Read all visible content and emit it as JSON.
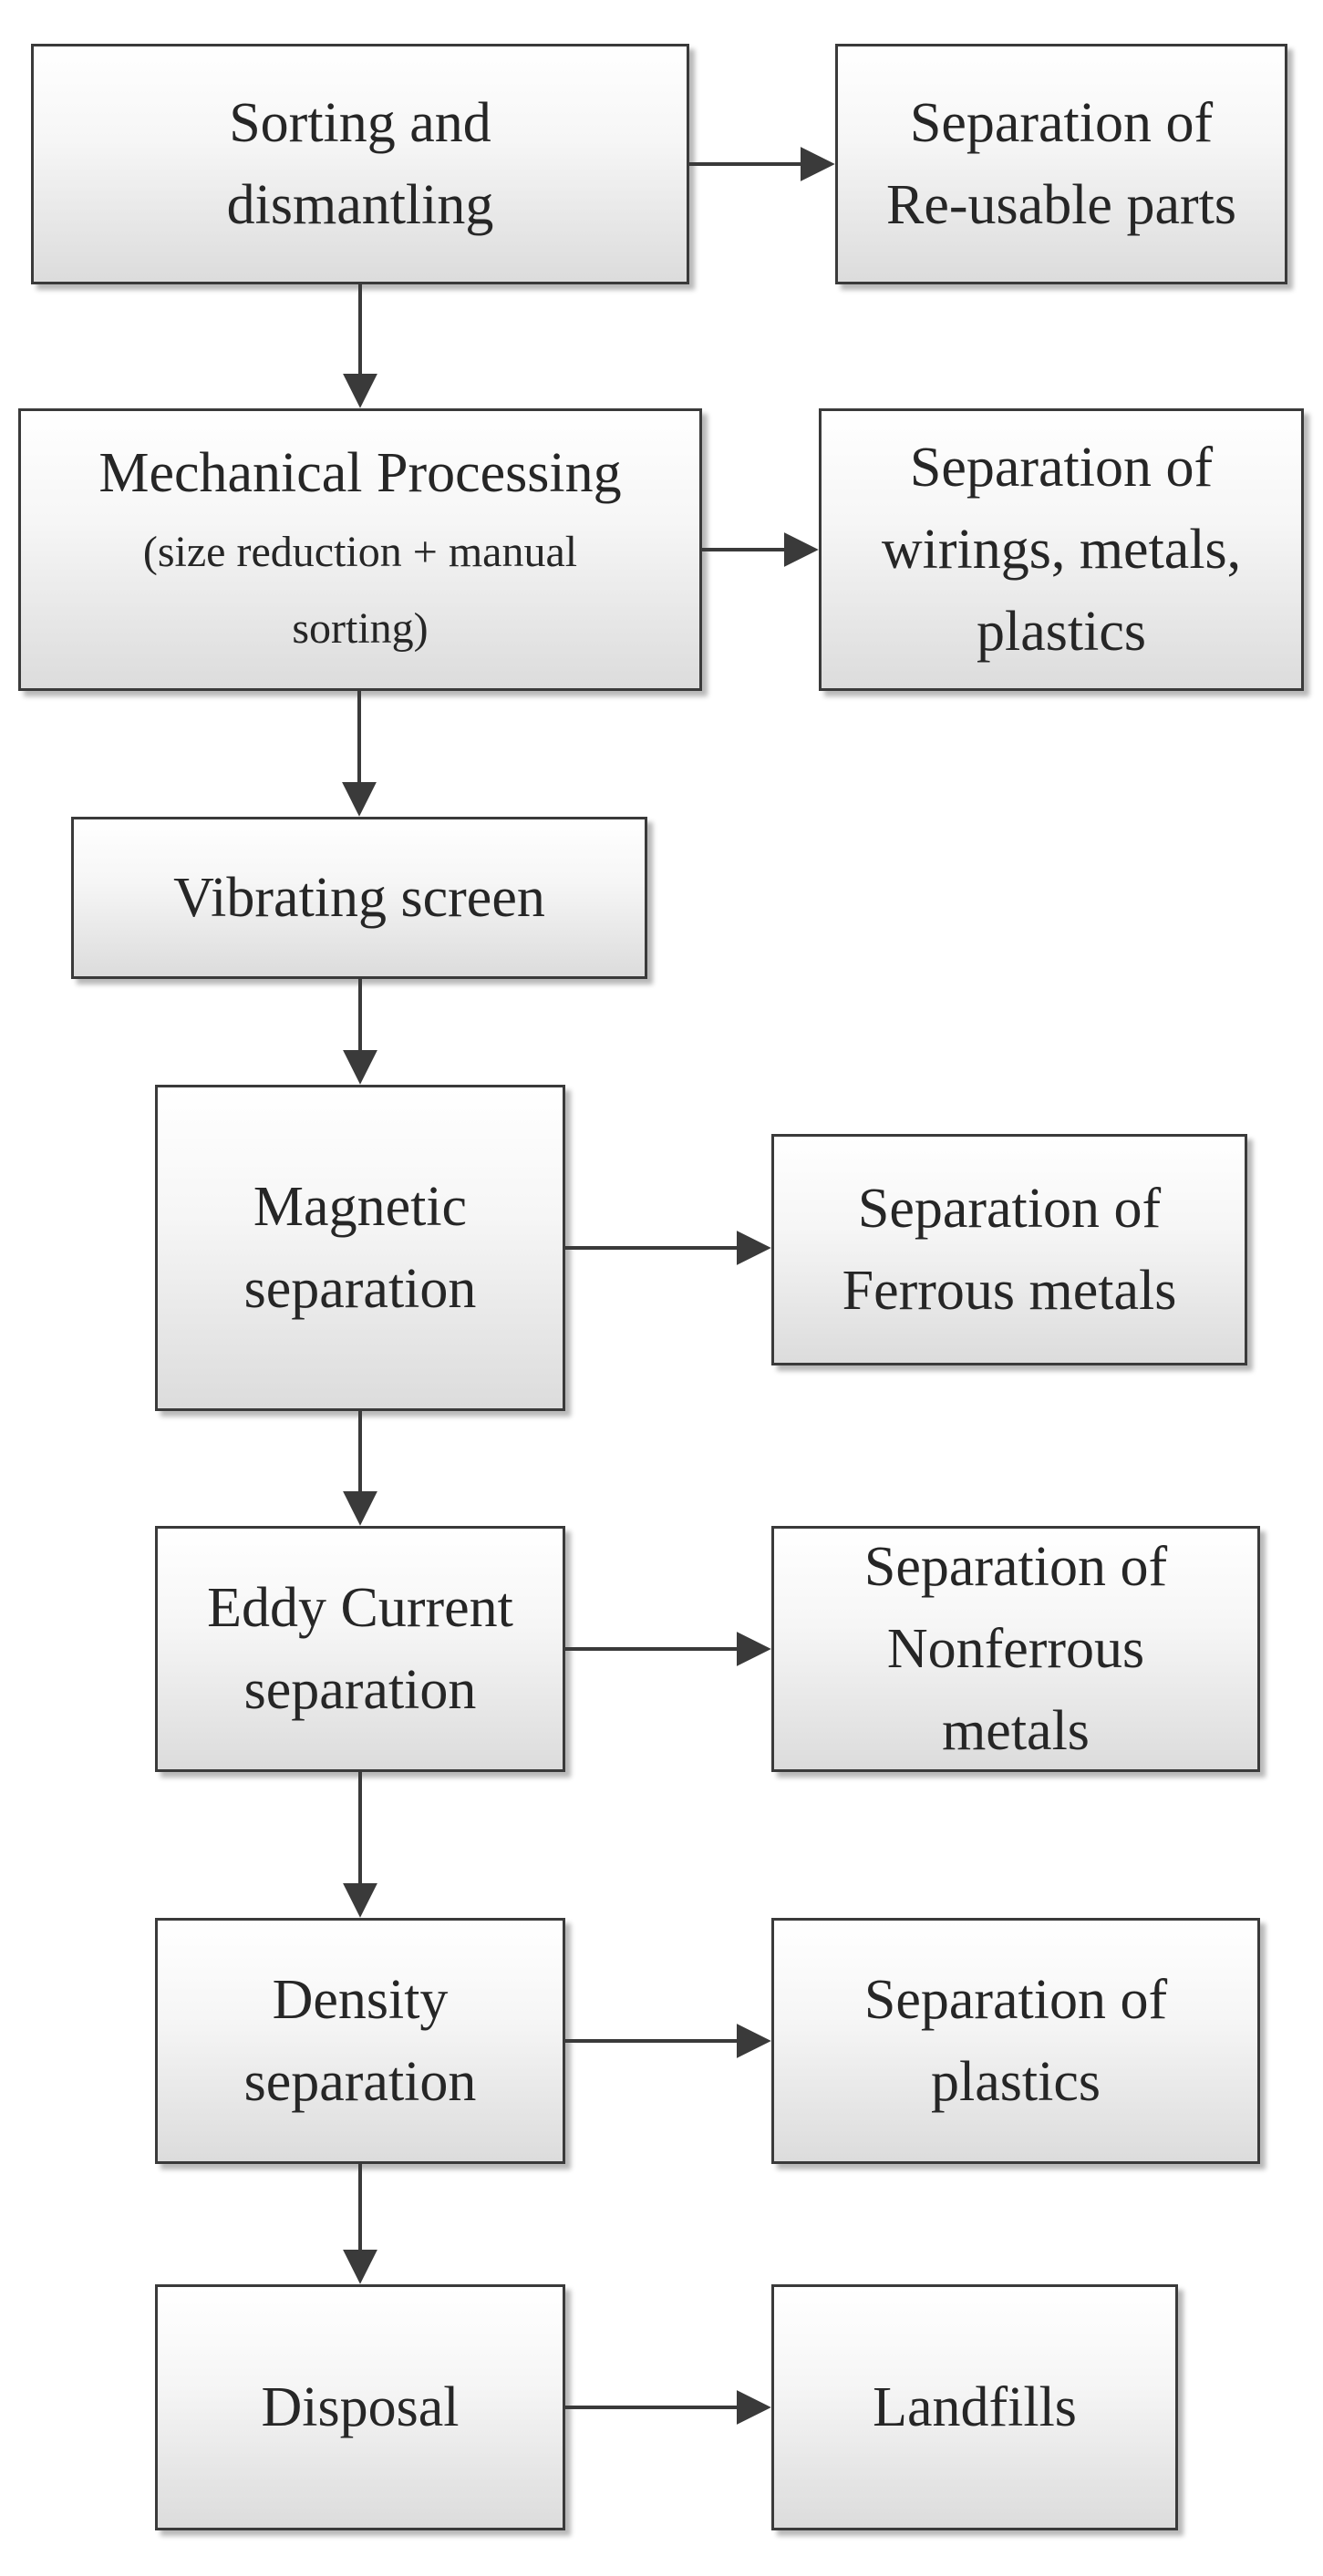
{
  "nodes": {
    "sorting": {
      "lines": [
        "Sorting and",
        "dismantling"
      ]
    },
    "reusable": {
      "lines": [
        "Separation of",
        "Re-usable parts"
      ]
    },
    "mechanical": {
      "lines": [
        "Mechanical Processing",
        "(size reduction + manual",
        "sorting)"
      ]
    },
    "wirings": {
      "lines": [
        "Separation of",
        "wirings, metals,",
        "plastics"
      ]
    },
    "vibrating": {
      "lines": [
        "Vibrating screen"
      ]
    },
    "magnetic": {
      "lines": [
        "Magnetic",
        "separation"
      ]
    },
    "ferrous": {
      "lines": [
        "Separation of",
        "Ferrous  metals"
      ]
    },
    "eddy": {
      "lines": [
        "Eddy Current",
        "separation"
      ]
    },
    "nonferrous": {
      "lines": [
        "Separation of",
        "Nonferrous",
        "metals"
      ]
    },
    "density": {
      "lines": [
        "Density",
        "separation"
      ]
    },
    "plastics": {
      "lines": [
        "Separation of",
        "plastics"
      ]
    },
    "disposal": {
      "lines": [
        "Disposal"
      ]
    },
    "landfills": {
      "lines": [
        "Landfills"
      ]
    }
  },
  "edges": [
    {
      "from": "sorting",
      "to": "reusable"
    },
    {
      "from": "sorting",
      "to": "mechanical"
    },
    {
      "from": "mechanical",
      "to": "wirings"
    },
    {
      "from": "mechanical",
      "to": "vibrating"
    },
    {
      "from": "vibrating",
      "to": "magnetic"
    },
    {
      "from": "magnetic",
      "to": "ferrous"
    },
    {
      "from": "magnetic",
      "to": "eddy"
    },
    {
      "from": "eddy",
      "to": "nonferrous"
    },
    {
      "from": "eddy",
      "to": "density"
    },
    {
      "from": "density",
      "to": "plastics"
    },
    {
      "from": "density",
      "to": "disposal"
    },
    {
      "from": "disposal",
      "to": "landfills"
    }
  ],
  "colors": {
    "border": "#3a3a3a",
    "text": "#262626",
    "arrow": "#3a3a3a"
  }
}
